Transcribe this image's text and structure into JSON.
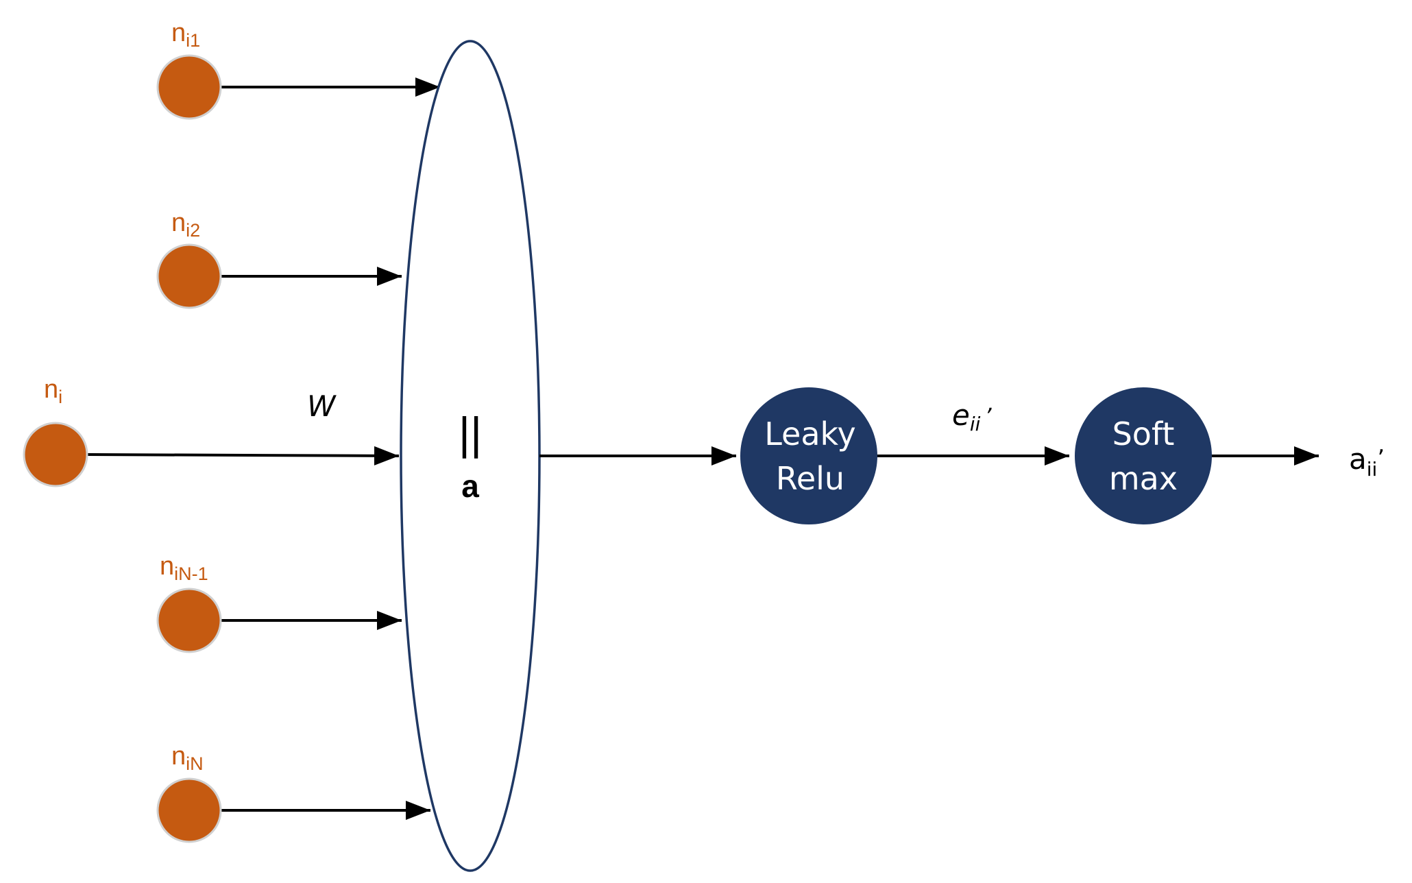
{
  "diagram": {
    "colors": {
      "input_node": "#c55a11",
      "op_node": "#1f3864",
      "ellipse_stroke": "#1f3864",
      "arrow": "#000000"
    },
    "neighbors": [
      {
        "base": "n",
        "sub": "i1"
      },
      {
        "base": "n",
        "sub": "i2"
      },
      {
        "base": "n",
        "sub": "iN-1"
      },
      {
        "base": "n",
        "sub": "iN"
      }
    ],
    "center_node": {
      "base": "n",
      "sub": "i"
    },
    "weight_label": "W",
    "concat_symbol": "||",
    "attention_vector": "a",
    "leaky_relu": {
      "line1": "Leaky",
      "line2": "Relu"
    },
    "edge_score": {
      "base": "e",
      "sub": "ii",
      "prime": "’"
    },
    "softmax": {
      "line1": "Soft",
      "line2": "max"
    },
    "output": {
      "base": "a",
      "sub": "ii",
      "prime": "’"
    }
  }
}
